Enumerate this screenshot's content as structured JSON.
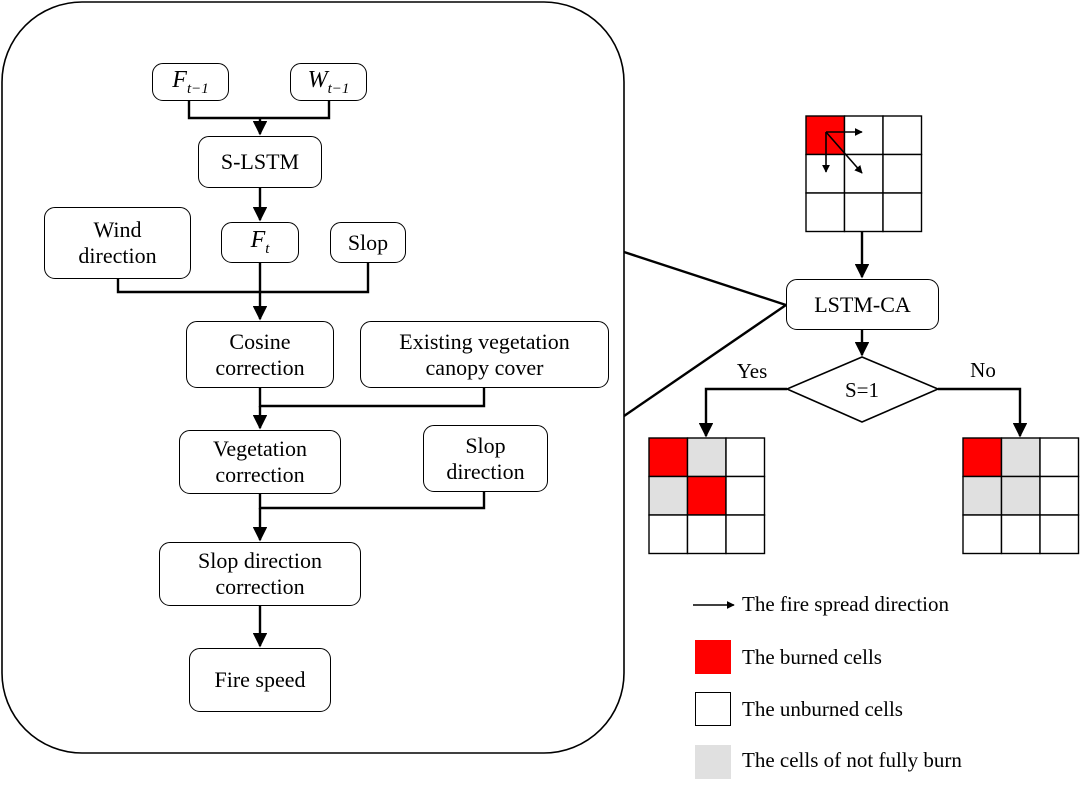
{
  "boxes": {
    "f_prev": {
      "symbol": "F",
      "subscript": "t−1"
    },
    "w_prev": {
      "symbol": "W",
      "subscript": "t−1"
    },
    "slstm": "S-LSTM",
    "wind_direction": "Wind\ndirection",
    "f_t": {
      "symbol": "F",
      "subscript": "t"
    },
    "slop": "Slop",
    "cosine_correction": "Cosine\ncorrection",
    "existing_vegetation": "Existing vegetation\ncanopy cover",
    "vegetation_correction": "Vegetation\ncorrection",
    "slop_direction": "Slop\ndirection",
    "slop_direction_correction": "Slop direction\ncorrection",
    "fire_speed": "Fire speed",
    "lstm_ca": "LSTM-CA"
  },
  "decision": {
    "condition": "S=1",
    "yes_label": "Yes",
    "no_label": "No"
  },
  "grids": {
    "top": [
      "burned",
      "unburned",
      "unburned",
      "unburned",
      "unburned",
      "unburned",
      "unburned",
      "unburned",
      "unburned"
    ],
    "yes": [
      "burned",
      "partial",
      "unburned",
      "partial",
      "burned",
      "unburned",
      "unburned",
      "unburned",
      "unburned"
    ],
    "no": [
      "burned",
      "partial",
      "unburned",
      "partial",
      "partial",
      "unburned",
      "unburned",
      "unburned",
      "unburned"
    ]
  },
  "legend": [
    {
      "kind": "arrow",
      "text": "The fire spread direction"
    },
    {
      "kind": "burned",
      "text": "The burned cells"
    },
    {
      "kind": "unburned",
      "text": "The unburned cells"
    },
    {
      "kind": "partial",
      "text": "The cells of not fully burn"
    }
  ],
  "colors": {
    "burned": "#ff0000",
    "partial": "#e0e0e0",
    "unburned": "#ffffff",
    "line": "#000000"
  }
}
